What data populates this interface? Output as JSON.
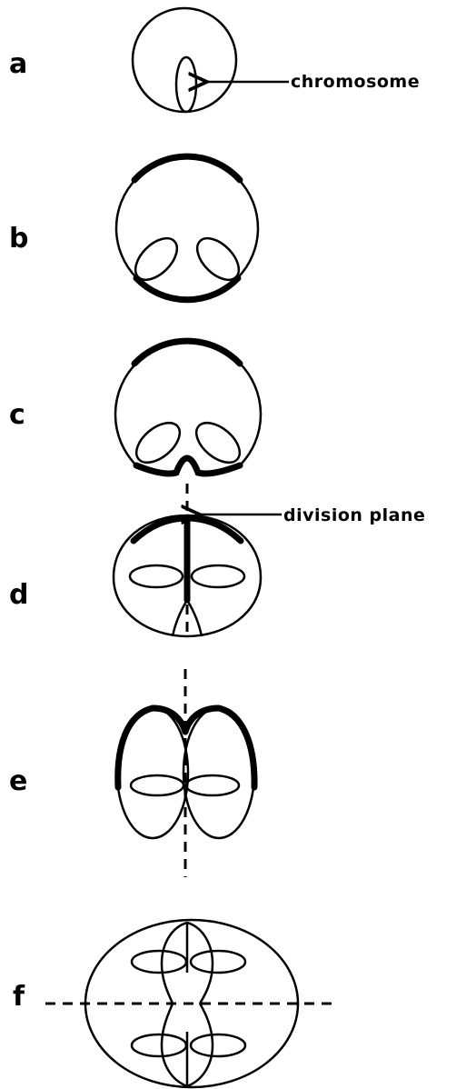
{
  "panels": {
    "a": "a",
    "b": "b",
    "c": "c",
    "d": "d",
    "e": "e",
    "f": "f"
  },
  "annotations": {
    "chromosome": "chromosome",
    "division_plane": "division plane"
  }
}
